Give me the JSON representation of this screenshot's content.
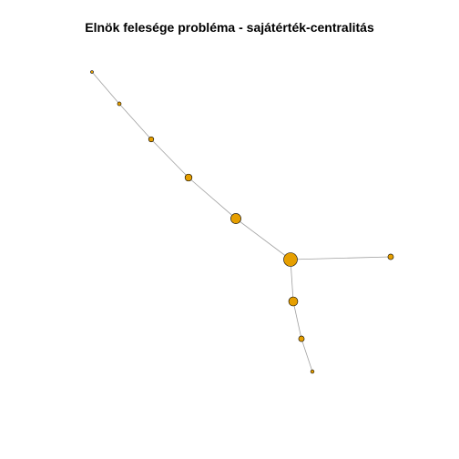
{
  "title": "Elnök felesége probléma - sajátérték-centralitás",
  "colors": {
    "node_fill": "#E69F00",
    "node_stroke": "#000000",
    "edge": "#A0A0A0",
    "background": "#FFFFFF"
  },
  "graph": {
    "nodes": [
      {
        "id": "1",
        "centrality": 1.0
      },
      {
        "id": "2",
        "centrality": 0.71
      },
      {
        "id": "3",
        "centrality": 0.45
      },
      {
        "id": "4",
        "centrality": 0.29
      },
      {
        "id": "5",
        "centrality": 0.17
      },
      {
        "id": "6",
        "centrality": 0.09
      },
      {
        "id": "7",
        "centrality": 0.62
      },
      {
        "id": "8",
        "centrality": 0.33
      },
      {
        "id": "9",
        "centrality": 0.15
      },
      {
        "id": "10",
        "centrality": 0.33
      }
    ],
    "edges": [
      [
        "6",
        "5"
      ],
      [
        "5",
        "4"
      ],
      [
        "4",
        "3"
      ],
      [
        "3",
        "2"
      ],
      [
        "2",
        "1"
      ],
      [
        "1",
        "10"
      ],
      [
        "1",
        "7"
      ],
      [
        "7",
        "8"
      ],
      [
        "8",
        "9"
      ]
    ]
  }
}
